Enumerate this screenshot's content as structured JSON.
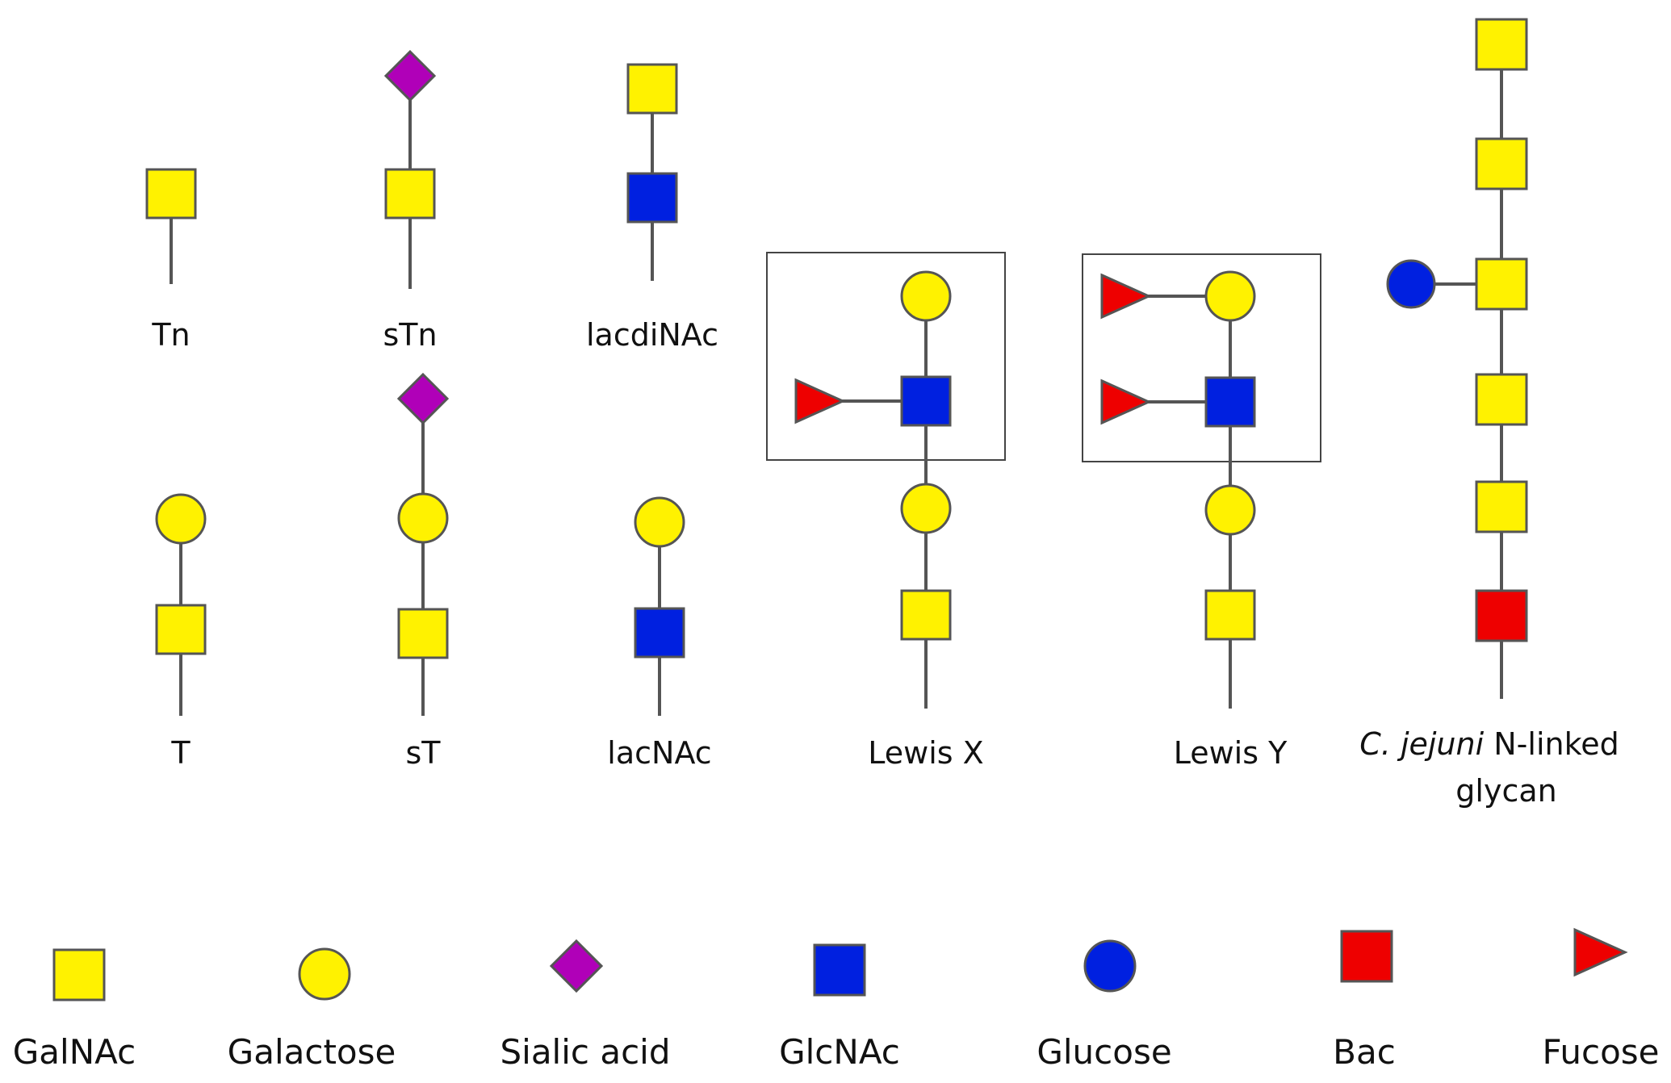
{
  "colors": {
    "yellow": "#FFF200",
    "blue": "#0020E0",
    "purple": "#B000B8",
    "red": "#EE0000",
    "outline": "#555555"
  },
  "legend": [
    {
      "shape": "square",
      "color": "yellow",
      "label": "GalNAc"
    },
    {
      "shape": "circle",
      "color": "yellow",
      "label": "Galactose"
    },
    {
      "shape": "diamond",
      "color": "purple",
      "label": "Sialic acid"
    },
    {
      "shape": "square",
      "color": "blue",
      "label": "GlcNAc"
    },
    {
      "shape": "circle",
      "color": "blue",
      "label": "Glucose"
    },
    {
      "shape": "square",
      "color": "red",
      "label": "Bac"
    },
    {
      "shape": "triangle",
      "color": "red",
      "label": "Fucose"
    }
  ],
  "structures": {
    "tn": {
      "label": "Tn",
      "residues_top_to_root": [
        "GalNAc"
      ]
    },
    "stn": {
      "label": "sTn",
      "residues_top_to_root": [
        "Sialic acid",
        "GalNAc"
      ]
    },
    "lacdinac": {
      "label": "lacdiNAc",
      "residues_top_to_root": [
        "GalNAc",
        "GlcNAc"
      ]
    },
    "t": {
      "label": "T",
      "residues_top_to_root": [
        "Galactose",
        "GalNAc"
      ]
    },
    "st": {
      "label": "sT",
      "residues_top_to_root": [
        "Sialic acid",
        "Galactose",
        "GalNAc"
      ]
    },
    "lacnac": {
      "label": "lacNAc",
      "residues_top_to_root": [
        "Galactose",
        "GlcNAc"
      ]
    },
    "lewis_x": {
      "label": "Lewis X",
      "residues_top_to_root": [
        "Galactose",
        "GlcNAc",
        "Galactose",
        "GalNAc"
      ],
      "branches": [
        "Fucose on GlcNAc"
      ]
    },
    "lewis_y": {
      "label": "Lewis Y",
      "residues_top_to_root": [
        "Galactose",
        "GlcNAc",
        "Galactose",
        "GalNAc"
      ],
      "branches": [
        "Fucose on Galactose",
        "Fucose on GlcNAc"
      ]
    },
    "cjejuni": {
      "label_italic": "C. jejuni",
      "label_rest": " N-linked",
      "label_line2": "glycan",
      "residues_top_to_root": [
        "GalNAc",
        "GalNAc",
        "GalNAc",
        "GalNAc",
        "GalNAc",
        "Bac"
      ],
      "branches": [
        "Glucose on third GalNAc"
      ]
    }
  }
}
